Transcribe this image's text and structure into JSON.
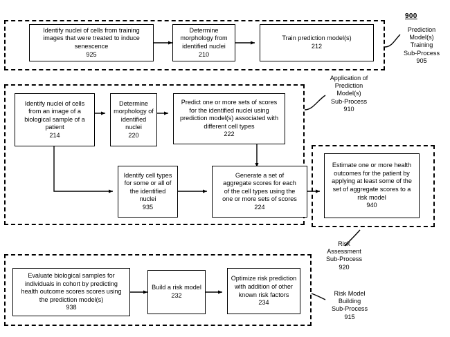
{
  "figure": {
    "number": "900",
    "type": "patent-flowchart"
  },
  "groups": [
    {
      "id": "training",
      "annotation": "Prediction\nModel(s)\nTraining\nSub-Process\n905",
      "ref": "905"
    },
    {
      "id": "application",
      "annotation": "Application of\nPrediction\nModel(s)\nSub-Process\n910",
      "ref": "910"
    },
    {
      "id": "risk-assessment",
      "annotation": "Risk\nAssessment\nSub-Process\n920",
      "ref": "920"
    },
    {
      "id": "risk-model-building",
      "annotation": "Risk Model\nBuilding\nSub-Process\n915",
      "ref": "915"
    }
  ],
  "nodes": {
    "n925": {
      "text": "Identify nuclei of cells from training\nimages that were treated to induce\nsenescence\n925",
      "ref": "925"
    },
    "n210": {
      "text": "Determine\nmorphology from\nidentified nuclei\n210",
      "ref": "210"
    },
    "n212": {
      "text": "Train prediction model(s)\n212",
      "ref": "212"
    },
    "n214": {
      "text": "Identify nuclei of cells\nfrom an image of a\nbiological sample of a\npatient\n214",
      "ref": "214"
    },
    "n220": {
      "text": "Determine\nmorphology of\nidentified\nnuclei\n220",
      "ref": "220"
    },
    "n222": {
      "text": "Predict one or more sets of scores\nfor the identified nuclei using\nprediction model(s) associated with\ndifferent cell types\n222",
      "ref": "222"
    },
    "n935": {
      "text": "Identify cell types\nfor some or all of\nthe identified\nnuclei\n935",
      "ref": "935"
    },
    "n224": {
      "text": "Generate a set of\naggregate scores for each\nof the cell types using the\none or more sets of scores\n224",
      "ref": "224"
    },
    "n940": {
      "text": "Estimate one or more health\noutcomes for the patient by\napplying at least some of the\nset of aggregate scores to a\nrisk model\n940",
      "ref": "940"
    },
    "n938": {
      "text": "Evaluate biological samples for\nindividuals in cohort by predicting\nhealth outcome scores scores using\nthe prediction model(s)\n938",
      "ref": "938"
    },
    "n232": {
      "text": "Build a risk model\n232",
      "ref": "232"
    },
    "n234": {
      "text": "Optimize risk prediction\nwith addition of other\nknown risk factors\n234",
      "ref": "234"
    }
  },
  "colors": {
    "stroke": "#000000",
    "fill": "#ffffff"
  }
}
